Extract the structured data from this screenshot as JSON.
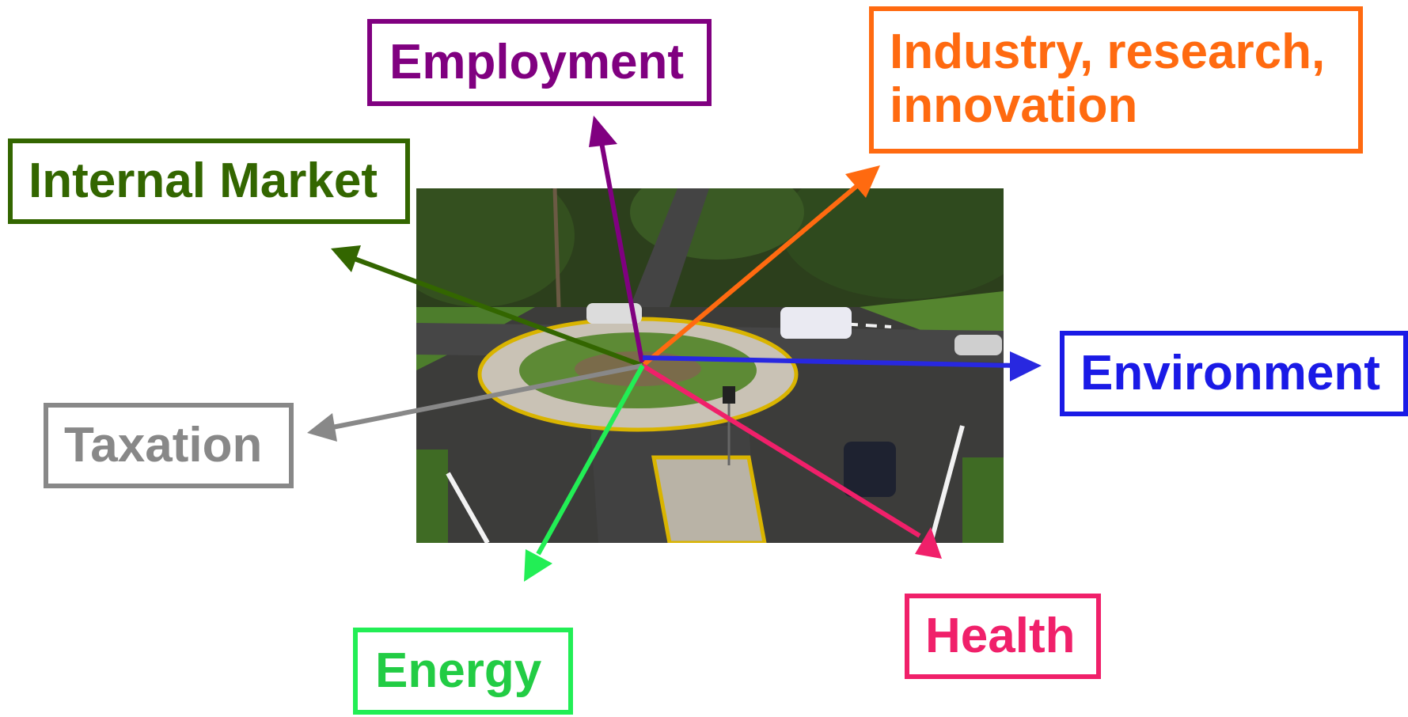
{
  "labels": {
    "employment": "Employment",
    "industry": "Industry, research,\n innovation",
    "internal_market": "Internal Market",
    "environment": "Environment",
    "taxation": "Taxation",
    "health": "Health",
    "energy": "Energy"
  },
  "colors": {
    "employment": "#800080",
    "industry": "#ff6a10",
    "internal_market": "#336600",
    "environment": "#1a1ae6",
    "taxation": "#888888",
    "health": "#f0206a",
    "energy": "#22ee55",
    "asphalt": "#3b3b3b",
    "grass": "#4a7a2a",
    "trees": "#2a3d1a"
  },
  "photo": {
    "subject": "roundabout-intersection"
  }
}
